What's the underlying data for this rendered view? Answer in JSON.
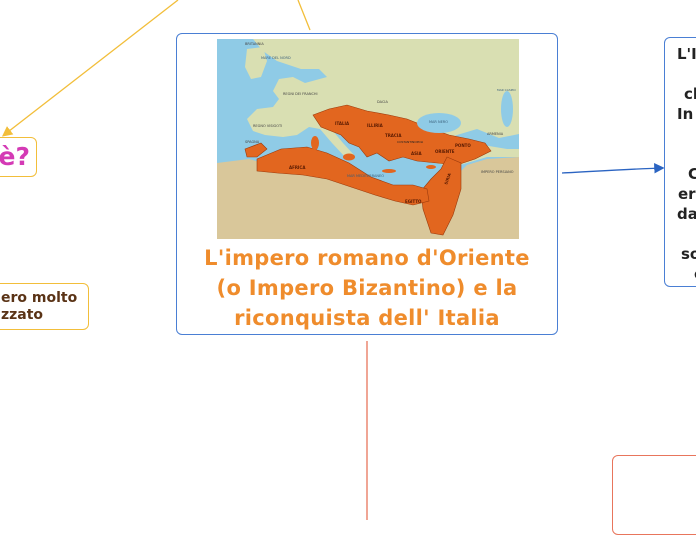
{
  "central": {
    "title_lines": [
      "L'impero romano d'Oriente",
      "(o Impero Bizantino)  e la",
      "riconquista dell' Italia"
    ],
    "map": {
      "labels": [
        "MARE DEL NORD",
        "BRITANNIA",
        "REGNI DEI FRANCHI",
        "REGNO VISIGOTI",
        "ILLIRIA",
        "TRACIA",
        "ITALIA",
        "SPAGNA",
        "AFRICA",
        "MAR MEDITERRANEO",
        "PONTO",
        "ASIA",
        "ORIENTE",
        "EGITTO",
        "SIRIA",
        "IMPERO PERSIANO",
        "ARMENIA",
        "DACIA",
        "MAR NERO",
        "COSTANTINOPOLI",
        "MAR CASPIO"
      ]
    }
  },
  "nodes": {
    "question": "è?",
    "empire_lines": [
      "ero molto",
      "zzato"
    ],
    "right_lines": [
      "L'I",
      "",
      "ch",
      "In",
      "",
      "",
      "C",
      "er",
      "da",
      "",
      "so",
      "c"
    ]
  },
  "colors": {
    "title": "#ef8c2c",
    "question": "#d43ab5",
    "central_border": "#4a7fd4",
    "yellow_line": "#f2be3a",
    "blue_line": "#2b64c2",
    "red_line": "#e8755c",
    "empire_fill": "#e2661f",
    "sea": "#8fcbe6"
  }
}
